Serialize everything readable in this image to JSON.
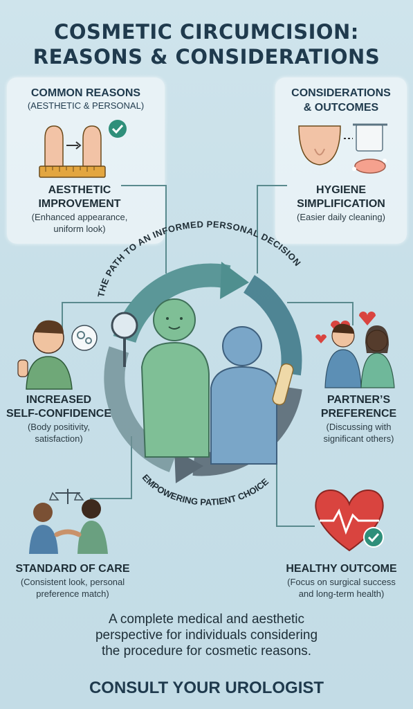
{
  "title": {
    "line1": "COSMETIC CIRCUMCISION:",
    "line2": "REASONS & CONSIDERATIONS"
  },
  "left_panel": {
    "title": "COMMON REASONS",
    "subtitle": "(AESTHETIC & PERSONAL)",
    "item_title_1": "AESTHETIC",
    "item_title_2": "IMPROVEMENT",
    "item_desc_1": "(Enhanced appearance,",
    "item_desc_2": "uniform look)"
  },
  "right_panel": {
    "title_1": "CONSIDERATIONS",
    "title_2": "& OUTCOMES",
    "item_title_1": "HYGIENE",
    "item_title_2": "SIMPLIFICATION",
    "item_desc": "(Easier daily cleaning)"
  },
  "center": {
    "arc_top": "THE PATH TO AN INFORMED PERSONAL DECISION",
    "arc_bottom": "EMPOWERING PATIENT CHOICE"
  },
  "confidence": {
    "title_1": "INCREASED",
    "title_2": "SELF-CONFIDENCE",
    "desc_1": "(Body positivity,",
    "desc_2": "satisfaction)"
  },
  "partner": {
    "title_1": "PARTNER’S",
    "title_2": "PREFERENCE",
    "desc_1": "(Discussing with",
    "desc_2": "significant others)"
  },
  "standard": {
    "title": "STANDARD OF CARE",
    "desc_1": "(Consistent look, personal",
    "desc_2": "preference match)"
  },
  "healthy": {
    "title": "HEALTHY OUTCOME",
    "desc_1": "(Focus on surgical success",
    "desc_2": "and long-term health)"
  },
  "footer": {
    "line1": "A complete medical and aesthetic",
    "line2": "perspective for individuals considering",
    "line3": "the procedure for cosmetic reasons.",
    "cta": "CONSULT YOUR UROLOGIST"
  },
  "colors": {
    "navy": "#1f3a4d",
    "teal_arrow": "#4f8f8f",
    "green_figure": "#7fbf96",
    "blue_figure": "#7aa6c8",
    "heart_red": "#d9443f",
    "check_green": "#2f8f7a"
  }
}
